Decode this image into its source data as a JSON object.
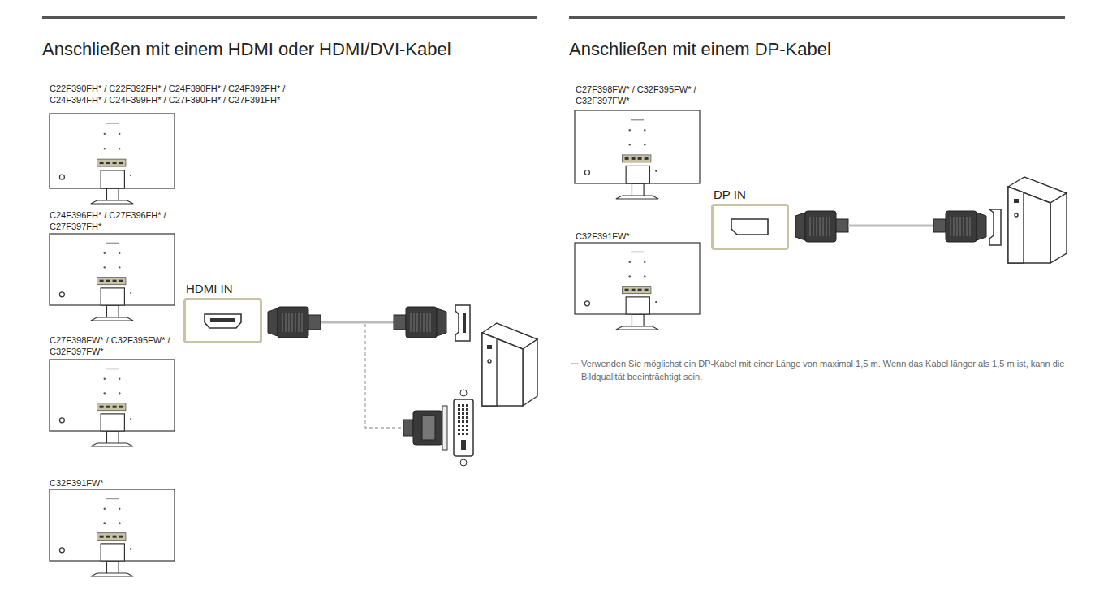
{
  "diagram": {
    "nodes": [
      {
        "text": [
          "C22F390FH* / C22F392FH* / C24F390FH* / C24F392FH* / C24F394FH* / C24F399FH* / C27F390FH* / C27F391FH*"
        ]
      },
      {
        "text": [
          "C24F396FH* / C27F396FH* / C27F397FH*"
        ]
      },
      {
        "text": [
          "C27F398FW* / C32F395FW* / C32F397FW*"
        ]
      },
      {
        "text": [
          "C32F391FW*"
        ]
      },
      {
        "text": [
          "HDMI IN"
        ]
      },
      {
        "text": [
          "C27F398FW* / C32F395FW* / C32F397FW*"
        ]
      },
      {
        "text": [
          "C32F391FW*"
        ]
      },
      {
        "text": [
          "DP IN"
        ]
      }
    ],
    "labels": [
      "Anschließen mit einem HDMI oder HDMI/DVI-Kabel",
      "Anschließen mit einem DP-Kabel",
      "Verwenden Sie möglichst ein DP-Kabel mit einer Länge von maximal 1,5 m. Wenn das Kabel länger als 1,5 m ist, kann die Bildqualität beeinträchtigt sein."
    ]
  }
}
